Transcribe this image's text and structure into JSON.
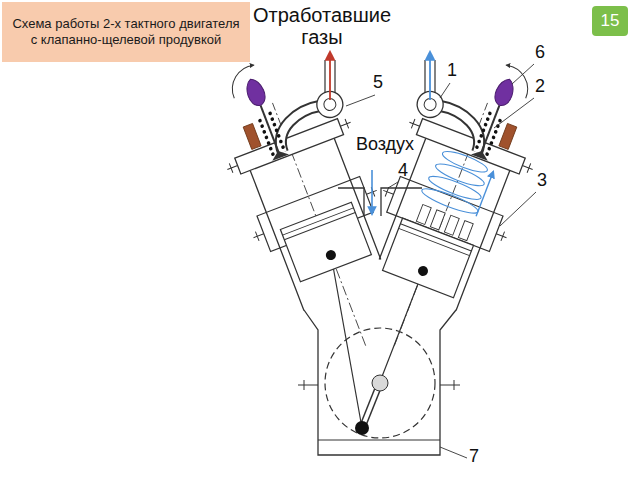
{
  "diagram": {
    "title": "Схема работы 2-х тактного двигателя с клапанно-щелевой продувкой",
    "nodes": [
      {
        "text": [
          "15"
        ]
      }
    ],
    "labels": [
      "Отработавшие газы",
      "5",
      "1",
      "6",
      "2",
      "Воздух",
      "4",
      "3",
      "7"
    ]
  }
}
